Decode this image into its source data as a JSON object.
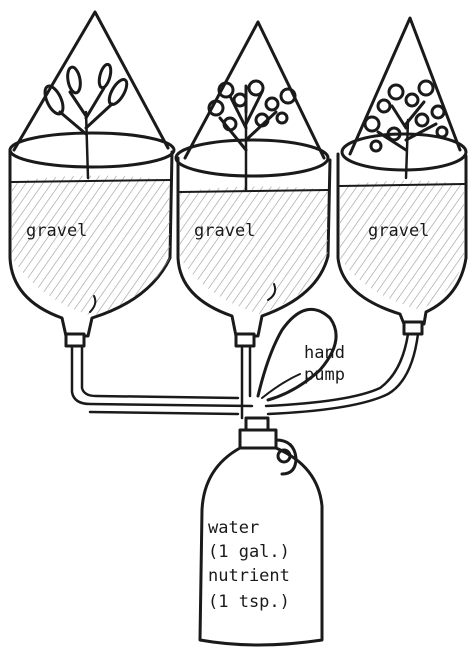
{
  "labels": {
    "gravel_left": "gravel",
    "gravel_center": "gravel",
    "gravel_right": "gravel",
    "hand_pump": [
      "hand",
      "pump"
    ],
    "jug": [
      "water",
      "(1 gal.)",
      "nutrient",
      "(1 tsp.)"
    ]
  },
  "colors": {
    "ink": "#1a1a1a",
    "paper": "#ffffff",
    "gravel_shade": "#9a9a9a"
  }
}
